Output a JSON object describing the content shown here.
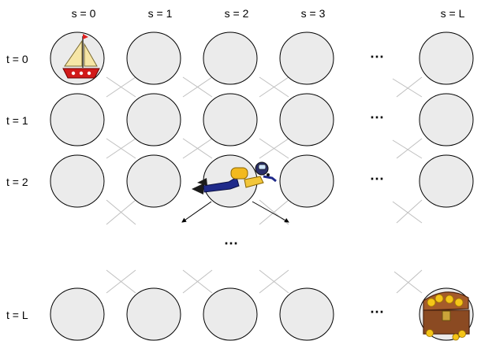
{
  "columns": [
    "s = 0",
    "s = 1",
    "s = 2",
    "s = 3",
    "s = L"
  ],
  "rows": [
    "t = 0",
    "t = 1",
    "t = 2",
    "t = L"
  ],
  "ellipsis": "⋯",
  "icons": {
    "start": "sailboat-icon",
    "agent": "scuba-diver-icon",
    "goal": "treasure-chest-icon"
  },
  "colors": {
    "node_fill": "#ebebeb",
    "faded_edge": "#bfbfbf",
    "arrow": "#000000"
  }
}
